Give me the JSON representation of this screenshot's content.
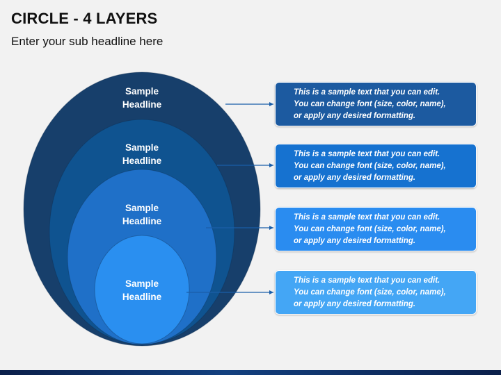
{
  "header": {
    "title": "CIRCLE - 4 LAYERS",
    "subtitle": "Enter your sub headline here"
  },
  "layers": [
    {
      "line1": "Sample",
      "line2": "Headline",
      "color": "#173f6b"
    },
    {
      "line1": "Sample",
      "line2": "Headline",
      "color": "#0f5390"
    },
    {
      "line1": "Sample",
      "line2": "Headline",
      "color": "#1f70c8"
    },
    {
      "line1": "Sample",
      "line2": "Headline",
      "color": "#2a8ff0"
    }
  ],
  "boxes": [
    {
      "line1": "This is a sample text that you can edit.",
      "line2": "You can change font (size, color, name),",
      "line3": "or apply any desired formatting.",
      "color": "#1c5aa0"
    },
    {
      "line1": "This is a sample text that you can edit.",
      "line2": "You can change font (size, color, name),",
      "line3": "or apply any desired formatting.",
      "color": "#1672d0"
    },
    {
      "line1": "This is a sample text that you can edit.",
      "line2": "You can change font (size, color, name),",
      "line3": "or apply any desired formatting.",
      "color": "#2a8cf0"
    },
    {
      "line1": "This is a sample text that you can edit.",
      "line2": "You can change font (size, color, name),",
      "line3": "or apply any desired formatting.",
      "color": "#44a6f5"
    }
  ],
  "connector_color": "#1a5ea8"
}
